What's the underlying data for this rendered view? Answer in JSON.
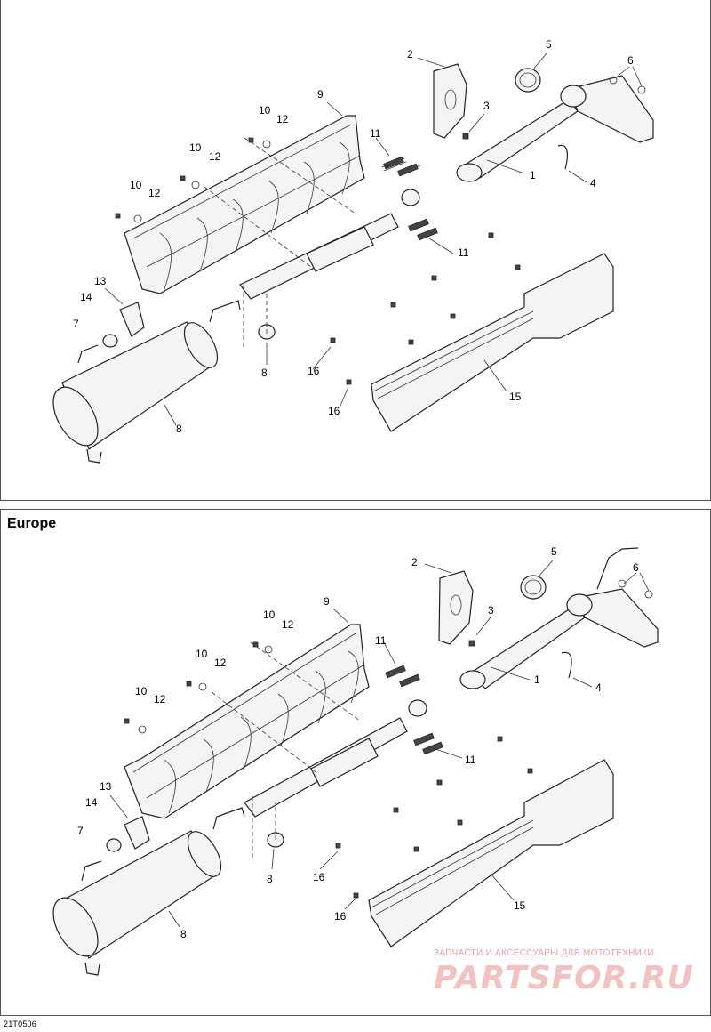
{
  "section_title": "Europe",
  "figure_code": "21T0506",
  "watermark": {
    "caption": "ЗАПЧАСТИ И АКСЕССУАРЫ ДЛЯ МОТОТЕХНИКИ",
    "logo": "PARTSFOR.RU"
  },
  "callouts_top": [
    "1",
    "2",
    "3",
    "4",
    "5",
    "6",
    "7",
    "8",
    "8",
    "9",
    "10",
    "10",
    "10",
    "11",
    "11",
    "12",
    "12",
    "12",
    "13",
    "14",
    "15",
    "16",
    "16"
  ],
  "callouts_bottom": [
    "1",
    "2",
    "3",
    "4",
    "5",
    "6",
    "7",
    "8",
    "8",
    "9",
    "10",
    "10",
    "10",
    "11",
    "11",
    "12",
    "12",
    "12",
    "13",
    "14",
    "15",
    "16",
    "16"
  ]
}
